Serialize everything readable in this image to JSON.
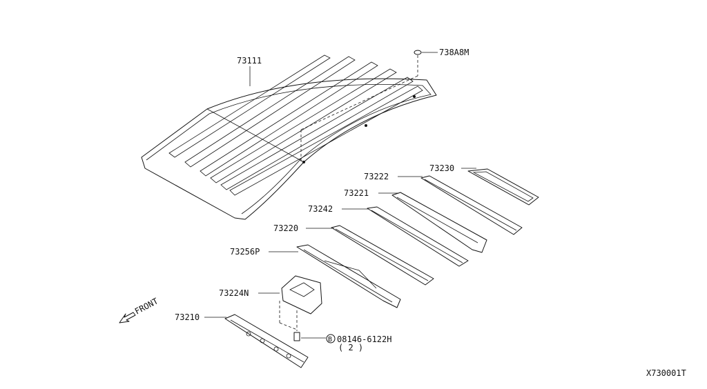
{
  "parts": {
    "roof": "73111",
    "clip": "738A8M",
    "rear_rail": "73230",
    "bow_3": "73222",
    "bow_2": "73221",
    "bow_1": "73242",
    "bow_front": "73220",
    "front_panel": "73256P",
    "bracket": "73224N",
    "front_rail": "73210"
  },
  "bolt": {
    "marker": "B",
    "part": "08146-6122H",
    "qty": "( 2 )"
  },
  "direction": "FRONT",
  "diagram_id": "X730001T"
}
